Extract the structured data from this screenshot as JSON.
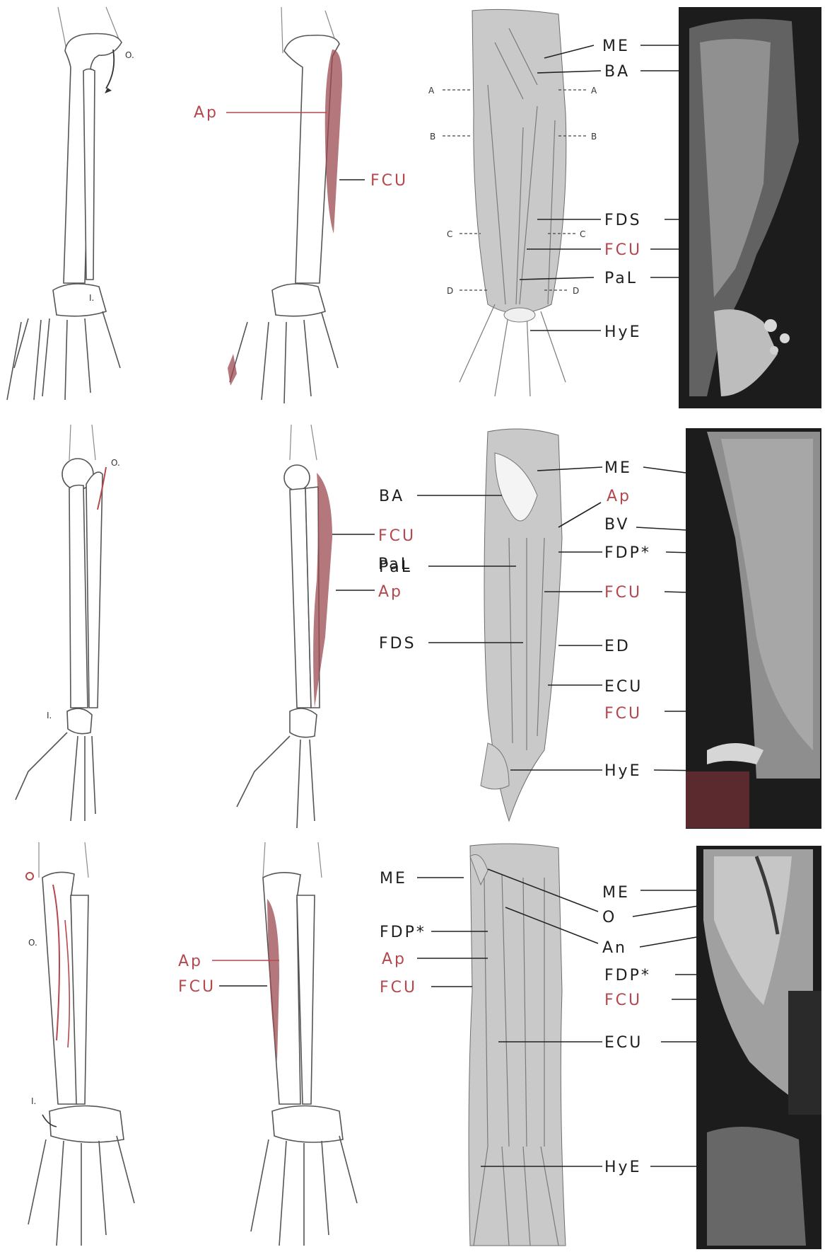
{
  "colors": {
    "red_label": "#b5484e",
    "dark_label": "#1e1e1e",
    "photo_dark": "#1c1c1c"
  },
  "panel1": {
    "bone_labels": {
      "origin": "O.",
      "insertion": "I."
    },
    "muscle_labels": {
      "ap": "Ap",
      "fcu": "FCU"
    },
    "dissection_labels": {
      "me": "ME",
      "ba": "BA",
      "fds": "FDS",
      "fcu": "FCU",
      "pal": "PaL",
      "hye": "HyE"
    },
    "section_markers": {
      "a": "A",
      "b": "B",
      "c": "C",
      "d": "D"
    }
  },
  "panel2": {
    "bone_labels": {
      "origin": "O.",
      "insertion": "I."
    },
    "muscle_labels": {
      "fcu": "FCU",
      "pal": "PaL",
      "ap": "Ap"
    },
    "dissection_left": {
      "ba": "BA",
      "pal": "PaL",
      "fds": "FDS"
    },
    "dissection_right": {
      "me": "ME",
      "ap": "Ap",
      "bv": "BV",
      "fdp": "FDP*",
      "fcu": "FCU",
      "ed": "ED",
      "ecu": "ECU",
      "fcu2": "FCU",
      "hye": "HyE"
    }
  },
  "panel3": {
    "bone_labels": {
      "origin": "O.",
      "insertion": "I."
    },
    "muscle_labels": {
      "ap": "Ap",
      "fcu": "FCU"
    },
    "dissection_left": {
      "me": "ME",
      "fdp": "FDP*",
      "ap": "Ap",
      "fcu": "FCU"
    },
    "dissection_right": {
      "me": "ME",
      "o": "O",
      "an": "An",
      "fdp": "FDP*",
      "fcu": "FCU",
      "ecu": "ECU",
      "hye": "HyE"
    }
  }
}
